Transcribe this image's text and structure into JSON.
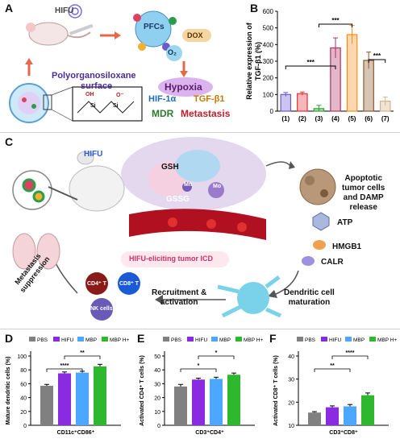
{
  "panels": {
    "a": "A",
    "b": "B",
    "c": "C",
    "d": "D",
    "e": "E",
    "f": "F"
  },
  "panel_a": {
    "hifu": "HIFU",
    "pfcs": "PFCs",
    "dox": "DOX",
    "o2": "O₂",
    "surface_line1": "Polyorganosiloxane",
    "surface_line2": "surface",
    "hypoxia": "Hypoxia",
    "hif": "HIF-1α",
    "tgf": "TGF-β1",
    "mdr": "MDR",
    "metastasis": "Metastasis",
    "oh": "OH",
    "o_minus": "O⁻",
    "si1": "Si",
    "si2": "Si"
  },
  "panel_c": {
    "hifu": "HIFU",
    "gsh": "GSH",
    "gssg": "GSSG",
    "apoptotic": "Apoptotic\ntumor cells\nand DAMP\nrelease",
    "atp": "ATP",
    "hmgb1": "HMGB1",
    "calr": "CALR",
    "icd": "HIFU-eliciting tumor ICD",
    "dc": "Dendritic cell\nmaturation",
    "recruit": "Recruitment &\nactivation",
    "metastasis": "Metastasis\nsuppression",
    "cd4": "CD4⁺ T",
    "cd8": "CD8⁺ T",
    "nk": "NK cells",
    "mo": "Mo",
    "mn": "Mn"
  },
  "colors": {
    "pbs": "#808080",
    "hifu": "#8a2be2",
    "mbp": "#4da6ff",
    "mbph": "#2db82d",
    "accent_red": "#d9534f"
  },
  "chart_data": [
    {
      "id": "B",
      "type": "bar",
      "ylabel": "Relative expression of\nTGF-β1 (%)",
      "categories": [
        "(1)",
        "(2)",
        "(3)",
        "(4)",
        "(5)",
        "(6)",
        "(7)"
      ],
      "values": [
        100,
        105,
        15,
        380,
        460,
        305,
        60
      ],
      "errors": [
        12,
        10,
        20,
        60,
        55,
        50,
        25
      ],
      "colors": [
        "#6a5acd",
        "#e0303a",
        "#2ca02c",
        "#b03060",
        "#ff8c1a",
        "#8b5a2b",
        "#d2b48c"
      ],
      "ylim": [
        0,
        600
      ],
      "yticks": [
        0,
        100,
        200,
        300,
        400,
        500,
        600
      ],
      "significance": [
        "***",
        "***",
        "***"
      ]
    },
    {
      "id": "D",
      "type": "bar",
      "ylabel": "Mature dendritic cells (%)",
      "xlabel": "CD11c⁺CD86⁺",
      "legend": [
        "PBS",
        "HIFU",
        "MBP",
        "MBP H+"
      ],
      "values": [
        57,
        75,
        76,
        85
      ],
      "errors": [
        2,
        2,
        2,
        3
      ],
      "ylim": [
        0,
        100
      ],
      "yticks": [
        0,
        20,
        40,
        60,
        80,
        100
      ],
      "significance": [
        "****",
        "**"
      ]
    },
    {
      "id": "E",
      "type": "bar",
      "ylabel": "Activated CD4⁺ T cells (%)",
      "xlabel": "CD3⁺CD4⁺",
      "legend": [
        "PBS",
        "HIFU",
        "MBP",
        "MBP H+"
      ],
      "values": [
        28,
        33,
        33.5,
        36.5
      ],
      "errors": [
        1.5,
        1,
        1.2,
        1.2
      ],
      "ylim": [
        0,
        50
      ],
      "yticks": [
        0,
        10,
        20,
        30,
        40,
        50
      ],
      "significance": [
        "*",
        "*"
      ]
    },
    {
      "id": "F",
      "type": "bar",
      "ylabel": "Activated CD8⁺ T cells (%)",
      "xlabel": "CD3⁺CD8⁺",
      "legend": [
        "PBS",
        "HIFU",
        "MBP",
        "MBP H+"
      ],
      "values": [
        15.5,
        17.8,
        18.2,
        23
      ],
      "errors": [
        0.4,
        0.6,
        0.8,
        1.0
      ],
      "ylim": [
        10,
        40
      ],
      "yticks": [
        10,
        20,
        30,
        40
      ],
      "significance": [
        "**",
        "****"
      ]
    }
  ]
}
